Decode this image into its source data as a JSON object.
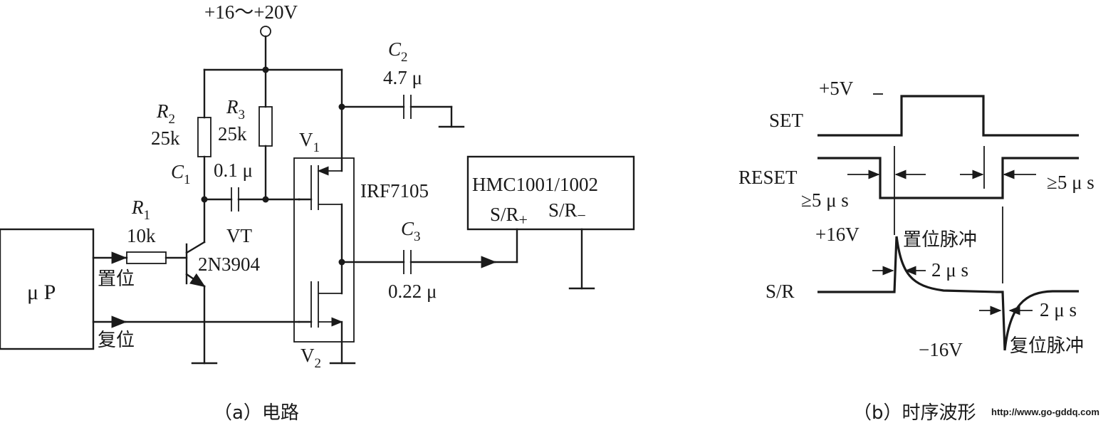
{
  "circuit": {
    "supply": "+16～+20V",
    "r2": {
      "ref": "R",
      "sub": "2",
      "value": "25k"
    },
    "r3": {
      "ref": "R",
      "sub": "3",
      "value": "25k"
    },
    "c1": {
      "ref": "C",
      "sub": "1",
      "value": "0.1 μ"
    },
    "c2": {
      "ref": "C",
      "sub": "2",
      "value": "4.7 μ"
    },
    "c3": {
      "ref": "C",
      "sub": "3",
      "value": "0.22 μ"
    },
    "r1": {
      "ref": "R",
      "sub": "1",
      "value": "10k"
    },
    "vt": {
      "ref": "VT",
      "part": "2N3904"
    },
    "v1": {
      "ref": "V",
      "sub": "1"
    },
    "v2": {
      "ref": "V",
      "sub": "2"
    },
    "mosfet": "IRF7105",
    "sensor": {
      "name": "HMC1001/1002",
      "pin_plus": "S/R",
      "pin_plus_sub": "+",
      "pin_minus": "S/R",
      "pin_minus_sub": "−"
    },
    "mcu": "μ P",
    "set_label": "置位",
    "reset_label": "复位",
    "caption": "（a）电路"
  },
  "timing": {
    "v5": "+5V",
    "set": "SET",
    "reset": "RESET",
    "ge5_left": "≥5 μ s",
    "ge5_right": "≥5 μ s",
    "v16pos": "+16V",
    "set_pulse": "置位脉冲",
    "two_us_1": "2 μ s",
    "sr": "S/R",
    "two_us_2": "2 μ s",
    "v16neg": "−16V",
    "reset_pulse": "复位脉冲",
    "caption": "（b）时序波形"
  },
  "watermark": "http://www.go-gddq.com"
}
